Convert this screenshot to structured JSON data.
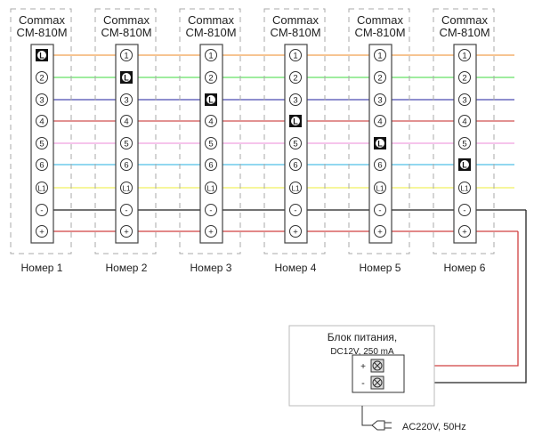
{
  "units": [
    {
      "brand": "Commax",
      "model": "CM-810M",
      "caption": "Номер 1",
      "active_terminal": 0
    },
    {
      "brand": "Commax",
      "model": "CM-810M",
      "caption": "Номер 2",
      "active_terminal": 1
    },
    {
      "brand": "Commax",
      "model": "CM-810M",
      "caption": "Номер 3",
      "active_terminal": 2
    },
    {
      "brand": "Commax",
      "model": "CM-810M",
      "caption": "Номер 4",
      "active_terminal": 3
    },
    {
      "brand": "Commax",
      "model": "CM-810M",
      "caption": "Номер 5",
      "active_terminal": 4
    },
    {
      "brand": "Commax",
      "model": "CM-810M",
      "caption": "Номер 6",
      "active_terminal": 5
    }
  ],
  "terminals": [
    {
      "label": "1",
      "color": "#f0a050"
    },
    {
      "label": "2",
      "color": "#66e066"
    },
    {
      "label": "3",
      "color": "#4a4ab0"
    },
    {
      "label": "4",
      "color": "#d05050"
    },
    {
      "label": "5",
      "color": "#f0a0e0"
    },
    {
      "label": "6",
      "color": "#50c0e8"
    },
    {
      "label": "L1",
      "color": "#f0f060"
    },
    {
      "label": "-",
      "color": "#222222"
    },
    {
      "label": "+",
      "color": "#d04040"
    }
  ],
  "active_label": "L",
  "power_supply": {
    "title": "Блок питания,",
    "spec": "DC12V, 250 mA",
    "plus_label": "+",
    "minus_label": "-",
    "mains": "AC220V, 50Hz"
  }
}
